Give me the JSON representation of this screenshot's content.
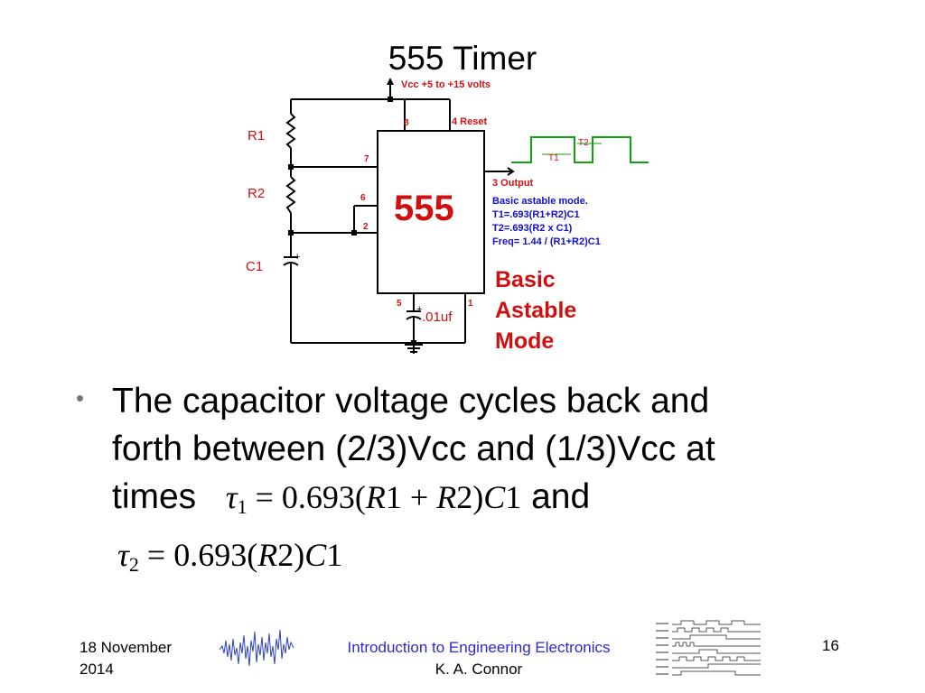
{
  "slide": {
    "title": "555 Timer",
    "bullet": {
      "line1": "The capacitor voltage cycles back and",
      "line2": "forth between (2/3)Vcc and (1/3)Vcc at",
      "line3_prefix": "times",
      "eq1_tau": "τ",
      "eq1_sub": "1",
      "eq1_rest": "= 0.693(",
      "eq1_r1": "R",
      "eq1_r1n": "1 + ",
      "eq1_r2": "R",
      "eq1_r2n": "2)",
      "eq1_c": "C",
      "eq1_cn": "1",
      "line3_suffix": "and",
      "eq2_tau": "τ",
      "eq2_sub": "2",
      "eq2_rest": "= 0.693(",
      "eq2_r": "R",
      "eq2_rn": "2)",
      "eq2_c": "C",
      "eq2_cn": "1"
    }
  },
  "circuit": {
    "vcc_label": "Vcc +5 to +15 volts",
    "pin8": "8",
    "pin4": "4 Reset",
    "pin7": "7",
    "pin6": "6",
    "pin2": "2",
    "pin5": "5",
    "pin1": "1",
    "pin3": "3  Output",
    "chip_label": "555",
    "r1": "R1",
    "r2": "R2",
    "c1": "C1",
    "cap2": ".01uf",
    "plus": "+",
    "t1": "T1",
    "t2": "T2",
    "notes": [
      "Basic astable mode.",
      "T1=.693(R1+R2)C1",
      "T2=.693(R2 x C1)",
      "Freq= 1.44 / (R1+R2)C1"
    ],
    "mode_label": [
      "Basic",
      "Astable",
      "Mode"
    ],
    "colors": {
      "red": "#d01010",
      "blue": "#1010c8",
      "green": "#10a010"
    }
  },
  "footer": {
    "date_line1": "18 November",
    "date_line2": "2014",
    "course": "Introduction to Engineering Electronics",
    "author": "K. A. Connor",
    "page": "16"
  }
}
